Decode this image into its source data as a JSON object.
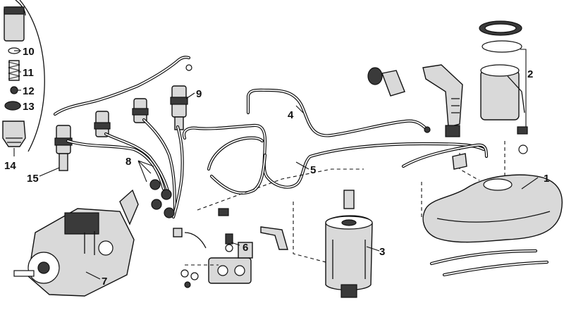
{
  "callouts": {
    "c1": "1",
    "c2": "2",
    "c3": "3",
    "c4": "4",
    "c5": "5",
    "c6": "6",
    "c7": "7",
    "c8": "8",
    "c9": "9",
    "c10": "10",
    "c11": "11",
    "c12": "12",
    "c13": "13",
    "c14": "14",
    "c15": "15"
  },
  "colors": {
    "ink": "#111111",
    "paper": "#ffffff",
    "shade": "#d9d9d9"
  }
}
